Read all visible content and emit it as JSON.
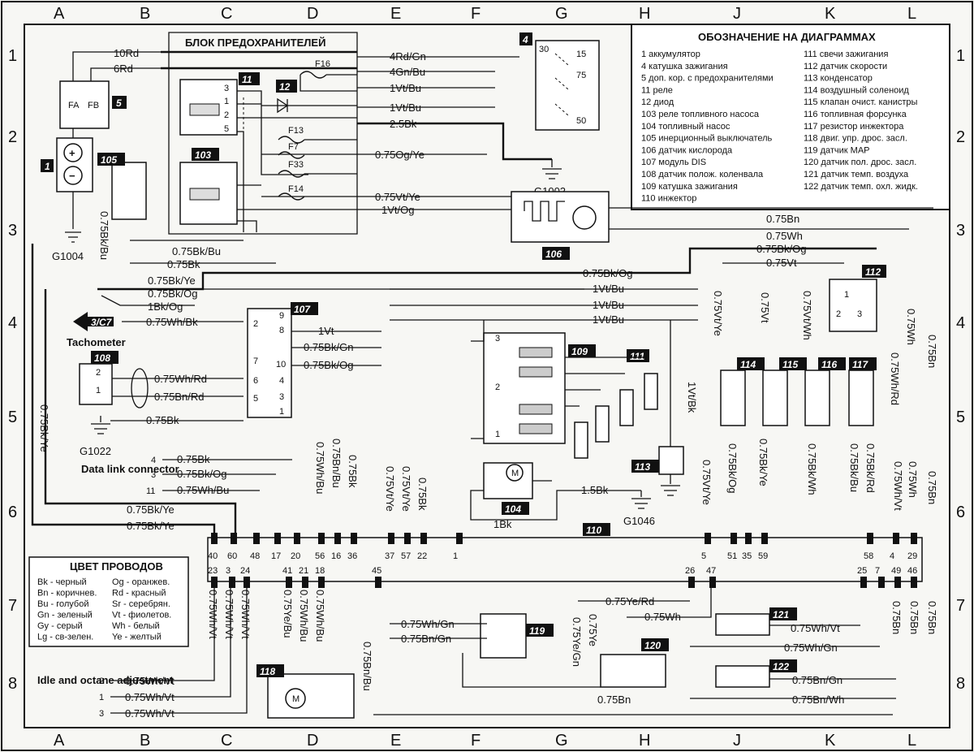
{
  "grid": {
    "columns": [
      "A",
      "B",
      "C",
      "D",
      "E",
      "F",
      "G",
      "H",
      "J",
      "K",
      "L"
    ],
    "rows": [
      "1",
      "2",
      "3",
      "4",
      "5",
      "6",
      "7",
      "8"
    ]
  },
  "fusebox": {
    "title": "БЛОК ПРЕДОХРАНИТЕЛЕЙ",
    "fuses": [
      "F16",
      "F13",
      "F7",
      "F33",
      "F14"
    ]
  },
  "legend": {
    "title": "ОБОЗНАЧЕНИЕ НА ДИАГРАММАХ",
    "left": [
      "1 аккумулятор",
      "4 катушка зажигания",
      "5 доп. кор. с предохранителями",
      "11 реле",
      "12 диод",
      "103 реле топливного насоса",
      "104 топливный насос",
      "105 инерционный выключатель",
      "106 датчик кислорода",
      "107 модуль DIS",
      "108 датчик полож. коленвала",
      "109 катушка зажигания",
      "110 инжектор"
    ],
    "right": [
      "111 свечи зажигания",
      "112 датчик скорости",
      "113 конденсатор",
      "114 воздушный соленоид",
      "115 клапан очист. канистры",
      "116 топливная форсунка",
      "117 резистор инжектора",
      "118 двиг. упр. дрос. засл.",
      "119 датчик MAP",
      "120 датчик пол. дрос. засл.",
      "121 датчик темп. воздуха",
      "122 датчик темп. охл. жидк."
    ]
  },
  "color_legend": {
    "title": "ЦВЕТ ПРОВОДОВ",
    "left": [
      "Bk - черный",
      "Bn - коричнев.",
      "Bu - голубой",
      "Gn - зеленый",
      "Gy - серый",
      "Lg - св-зелен."
    ],
    "right": [
      "Og - оранжев.",
      "Rd - красный",
      "Sr - серебрян.",
      "Vt - фиолетов.",
      "Wh - белый",
      "Ye - желтый"
    ]
  },
  "components": {
    "c1": "1",
    "c4": "4",
    "c5": "5",
    "c11": "11",
    "c12": "12",
    "c103": "103",
    "c104": "104",
    "c105": "105",
    "c106": "106",
    "c107": "107",
    "c108": "108",
    "c109": "109",
    "c110": "110",
    "c111": "111",
    "c112": "112",
    "c113": "113",
    "c114": "114",
    "c115": "115",
    "c116": "116",
    "c117": "117",
    "c118": "118",
    "c119": "119",
    "c120": "120",
    "c121": "121",
    "c122": "122"
  },
  "grounds": {
    "g1002": "G1002",
    "g1004": "G1004",
    "g1022": "G1022",
    "g1046": "G1046"
  },
  "texts": {
    "tachometer": "Tachometer",
    "tach_ref": "3/C7",
    "dlc": "Data link connector",
    "idle": "Idle and octane adjustment",
    "fa": "FA",
    "fb": "FB",
    "plus": "+",
    "minus": "−",
    "coil_pins": [
      "30",
      "15",
      "75",
      "50"
    ],
    "mod107_pins": [
      "9",
      "8",
      "7",
      "10",
      "4",
      "3",
      "1",
      "2",
      "6",
      "5"
    ],
    "sens108_pins": [
      "2",
      "1"
    ],
    "dlc_pins": [
      "4",
      "3",
      "11"
    ],
    "idle_pins": [
      "2",
      "1",
      "3"
    ],
    "s112_pins": [
      "1",
      "2",
      "3"
    ],
    "coil109_pins": [
      "3",
      "2",
      "1"
    ],
    "relay_pins": [
      "3",
      "1",
      "2",
      "5"
    ]
  },
  "ecu_pins": {
    "upper": [
      "40",
      "60",
      "48",
      "17",
      "20",
      "56",
      "16",
      "36",
      "37",
      "57",
      "22",
      "1",
      "5",
      "51",
      "35",
      "59",
      "58",
      "4",
      "29"
    ],
    "lower": [
      "23",
      "3",
      "24",
      "41",
      "21",
      "18",
      "45",
      "26",
      "47",
      "25",
      "7",
      "49",
      "46"
    ]
  },
  "wires": {
    "w10rd": "10Rd",
    "w6rd": "6Rd",
    "w4rdgn": "4Rd/Gn",
    "w4gnbu": "4Gn/Bu",
    "w1vtbu_a": "1Vt/Bu",
    "w1vtbu_b": "1Vt/Bu",
    "w25bk": "2.5Bk",
    "w075ogye": "0.75Og/Ye",
    "w075vtye": "0.75Vt/Ye",
    "w1vtog": "1Vt/Og",
    "w075bn_top": "0.75Bn",
    "w075wh_top": "0.75Wh",
    "w075bkog_top": "0.75Bk/Og",
    "w075vt_top": "0.75Vt",
    "w075bkbu": "0.75Bk/Bu",
    "w075bk_a": "0.75Bk",
    "w075bkog_b": "0.75Bk/Og",
    "w075bkye": "0.75Bk/Ye",
    "w075bkog_c": "0.75Bk/Og",
    "w1bkog": "1Bk/Og",
    "w1vtbu_c": "1Vt/Bu",
    "w1vtbu_d": "1Vt/Bu",
    "w1vtbu_e": "1Vt/Bu",
    "w075whbk": "0.75Wh/Bk",
    "w1vt": "1Vt",
    "w075bkgn": "0.75Bk/Gn",
    "w075bkog_d": "0.75Bk/Og",
    "w075whrd": "0.75Wh/Rd",
    "w075bnrd": "0.75Bn/Rd",
    "w075bk_b": "0.75Bk",
    "w075bk_c": "0.75Bk",
    "w075bkog_e": "0.75Bk/Og",
    "w075whbu": "0.75Wh/Bu",
    "w075bkye_b": "0.75Bk/Ye",
    "w075bkye_c": "0.75Bk/Ye",
    "w15bk": "1.5Bk",
    "w1bk": "1Bk",
    "w075yerd": "0.75Ye/Rd",
    "w075wh_b": "0.75Wh",
    "w075whgn": "0.75Wh/Gn",
    "w075bngn": "0.75Bn/Gn",
    "w075whvt_r": "0.75Wh/Vt",
    "w075whgn_r": "0.75Wh/Gn",
    "w075bngn_r": "0.75Bn/Gn",
    "w075bn_b": "0.75Bn",
    "w075bnwh": "0.75Bn/Wh",
    "w075whvt_a": "0.75Wh/Vt",
    "w075whvt_b": "0.75Wh/Vt",
    "w075whvt_c": "0.75Wh/Vt"
  },
  "vwires": {
    "v075bkbu": "0.75Bk/Bu",
    "v075bkye": "0.75Bk/Ye",
    "v075whbu": "0.75Wh/Bu",
    "v075bnbu": "0.75Bn/Bu",
    "v075bk": "0.75Bk",
    "v075vtye": "0.75Vt/Ye",
    "v075vtye2": "0.75Vt/Ye",
    "v075bk2": "0.75Bk",
    "v1vtbk": "1Vt/Bk",
    "v075vtye3": "0.75Vt/Ye",
    "v075bkog": "0.75Bk/Og",
    "v075bkye2": "0.75Bk/Ye",
    "v075bkwh": "0.75Bk/Wh",
    "v075bkbu2": "0.75Bk/Bu",
    "v075bkrd": "0.75Bk/Rd",
    "v075whvt": "0.75Wh/Vt",
    "v075wh": "0.75Wh",
    "v075bn": "0.75Bn",
    "v075vtye4": "0.75Vt/Ye",
    "v075vt": "0.75Vt",
    "v075vtwh": "0.75Vt/Wh",
    "v075whrd": "0.75Wh/Rd",
    "v075wh2": "0.75Wh",
    "v075bn2": "0.75Bn",
    "v075whvt1": "0.75Wh/Vt",
    "v075whvt2": "0.75Wh/Vt",
    "v075whvt3": "0.75Wh/Vt",
    "v075yebu": "0.75Ye/Bu",
    "v075whbu2": "0.75Wh/Bu",
    "v075whbu3": "0.75Wh/Bu",
    "v075bnbu2": "0.75Bn/Bu",
    "v075ye": "0.75Ye",
    "v075yegn": "0.75Ye/Gn",
    "v075bn3": "0.75Bn",
    "v075bn4": "0.75Bn",
    "v075bn5": "0.75Bn"
  }
}
